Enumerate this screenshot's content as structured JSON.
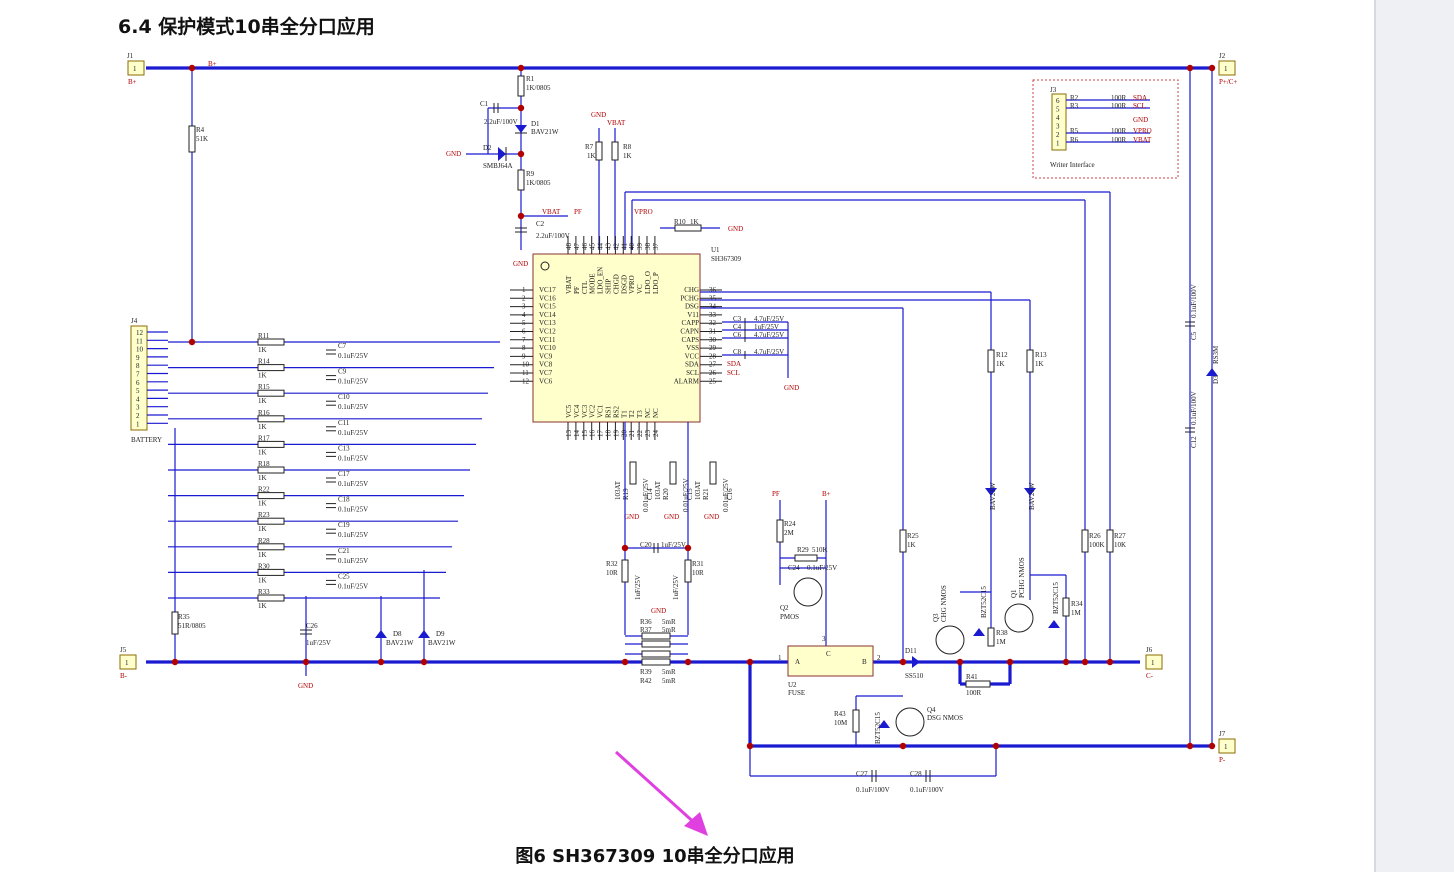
{
  "section_title": "6.4 保护模式10串全分口应用",
  "figure_caption": "图6   SH367309 10串全分口应用",
  "connectors": {
    "j1": {
      "ref": "J1",
      "pin": "1",
      "net": "B+"
    },
    "j2": {
      "ref": "J2",
      "pin": "1",
      "net": "P+/C+"
    },
    "j5": {
      "ref": "J5",
      "pin": "1",
      "net": "B-"
    },
    "j6": {
      "ref": "J6",
      "pin": "1",
      "net": "C-"
    },
    "j7": {
      "ref": "J7",
      "pin": "1",
      "net": "P-"
    },
    "j3": {
      "ref": "J3",
      "label": "Writer Interface",
      "pins": [
        "6",
        "5",
        "4",
        "3",
        "2",
        "1"
      ]
    },
    "j4": {
      "ref": "J4",
      "label": "BATTERY",
      "pins": [
        "12",
        "11",
        "10",
        "9",
        "8",
        "7",
        "6",
        "5",
        "4",
        "3",
        "2",
        "1"
      ]
    }
  },
  "ic": {
    "ref": "U1",
    "part": "SH367309",
    "top_pins": [
      {
        "num": "48",
        "name": "VBAT"
      },
      {
        "num": "47",
        "name": "PF"
      },
      {
        "num": "46",
        "name": "CTL"
      },
      {
        "num": "45",
        "name": "MODE"
      },
      {
        "num": "44",
        "name": "LDO_EN"
      },
      {
        "num": "43",
        "name": "SHIP"
      },
      {
        "num": "42",
        "name": "CHGD"
      },
      {
        "num": "41",
        "name": "DSGD"
      },
      {
        "num": "40",
        "name": "VPRO"
      },
      {
        "num": "39",
        "name": "VC"
      },
      {
        "num": "38",
        "name": "LDO_O"
      },
      {
        "num": "37",
        "name": "LDO_P"
      }
    ],
    "left_pins": [
      {
        "num": "1",
        "name": "VC17"
      },
      {
        "num": "2",
        "name": "VC16"
      },
      {
        "num": "3",
        "name": "VC15"
      },
      {
        "num": "4",
        "name": "VC14"
      },
      {
        "num": "5",
        "name": "VC13"
      },
      {
        "num": "6",
        "name": "VC12"
      },
      {
        "num": "7",
        "name": "VC11"
      },
      {
        "num": "8",
        "name": "VC10"
      },
      {
        "num": "9",
        "name": "VC9"
      },
      {
        "num": "10",
        "name": "VC8"
      },
      {
        "num": "11",
        "name": "VC7"
      },
      {
        "num": "12",
        "name": "VC6"
      }
    ],
    "right_pins": [
      {
        "num": "36",
        "name": "CHG"
      },
      {
        "num": "35",
        "name": "PCHG"
      },
      {
        "num": "34",
        "name": "DSG"
      },
      {
        "num": "33",
        "name": "V11"
      },
      {
        "num": "32",
        "name": "CAPP"
      },
      {
        "num": "31",
        "name": "CAPN"
      },
      {
        "num": "30",
        "name": "CAPS"
      },
      {
        "num": "29",
        "name": "VSS"
      },
      {
        "num": "28",
        "name": "VCC"
      },
      {
        "num": "27",
        "name": "SDA"
      },
      {
        "num": "26",
        "name": "SCL"
      },
      {
        "num": "25",
        "name": "ALARM"
      }
    ],
    "bottom_pins": [
      {
        "num": "13",
        "name": "VC5"
      },
      {
        "num": "14",
        "name": "VC4"
      },
      {
        "num": "15",
        "name": "VC3"
      },
      {
        "num": "16",
        "name": "VC2"
      },
      {
        "num": "17",
        "name": "VC1"
      },
      {
        "num": "18",
        "name": "RS1"
      },
      {
        "num": "19",
        "name": "RS2"
      },
      {
        "num": "20",
        "name": "T1"
      },
      {
        "num": "21",
        "name": "T2"
      },
      {
        "num": "22",
        "name": "T3"
      },
      {
        "num": "23",
        "name": "NC"
      },
      {
        "num": "24",
        "name": "NC"
      }
    ]
  },
  "sense_rows": [
    {
      "r": "R11",
      "rv": "1K",
      "c": "C7",
      "cv": "0.1uF/25V"
    },
    {
      "r": "R14",
      "rv": "1K",
      "c": "C9",
      "cv": "0.1uF/25V"
    },
    {
      "r": "R15",
      "rv": "1K",
      "c": "C10",
      "cv": "0.1uF/25V"
    },
    {
      "r": "R16",
      "rv": "1K",
      "c": "C11",
      "cv": "0.1uF/25V"
    },
    {
      "r": "R17",
      "rv": "1K",
      "c": "C13",
      "cv": "0.1uF/25V"
    },
    {
      "r": "R18",
      "rv": "1K",
      "c": "C17",
      "cv": "0.1uF/25V"
    },
    {
      "r": "R22",
      "rv": "1K",
      "c": "C18",
      "cv": "0.1uF/25V"
    },
    {
      "r": "R23",
      "rv": "1K",
      "c": "C19",
      "cv": "0.1uF/25V"
    },
    {
      "r": "R28",
      "rv": "1K",
      "c": "C21",
      "cv": "0.1uF/25V"
    },
    {
      "r": "R30",
      "rv": "1K",
      "c": "C25",
      "cv": "0.1uF/25V"
    },
    {
      "r": "R33",
      "rv": "1K"
    }
  ],
  "cap_column": [
    {
      "ref": "C3",
      "val": "4.7uF/25V"
    },
    {
      "ref": "C4",
      "val": "1uF/25V"
    },
    {
      "ref": "C6",
      "val": "4.7uF/25V"
    },
    {
      "ref": "C8",
      "val": "4.7uF/25V"
    }
  ],
  "writer": [
    {
      "r": "R2",
      "v": "100R",
      "net": "SDA"
    },
    {
      "r": "R3",
      "v": "100R",
      "net": "SCL"
    },
    {
      "r": "R5",
      "v": "100R",
      "net": "VPRO"
    },
    {
      "r": "R6",
      "v": "100R",
      "net": "VBAT"
    }
  ],
  "thermistors": [
    {
      "r": "R19",
      "v": "103AT",
      "c": "C14",
      "cv": "0.01uF/25V"
    },
    {
      "r": "R20",
      "v": "103AT",
      "c": "C15",
      "cv": "0.01uF/25V"
    },
    {
      "r": "R21",
      "v": "103AT",
      "c": "C16",
      "cv": "0.01uF/25V"
    }
  ],
  "sense_res": [
    "R36",
    "R37",
    "R39",
    "R42"
  ],
  "sense_res_val": "5mR",
  "labels": {
    "r1": "R1",
    "r1v": "1K/0805",
    "c1": "C1",
    "c1v": "2.2uF/100V",
    "d1": "D1",
    "d1v": "BAV21W",
    "d2": "D2",
    "d2v": "SMBJ64A",
    "r9": "R9",
    "r9v": "1K/0805",
    "c2": "C2",
    "c2v": "2.2uF/100V",
    "r4": "R4",
    "r4v": "51K",
    "r7": "R7",
    "r7v": "1K",
    "r8": "R8",
    "r8v": "1K",
    "r10": "R10",
    "r10v": "1K",
    "r12": "R12",
    "r12v": "1K",
    "r13": "R13",
    "r13v": "1K",
    "r35": "R35",
    "r35v": "51R/0805",
    "c26": "C26",
    "c26v": "1uF/25V",
    "d8": "D8",
    "d8v": "BAV21W",
    "d9": "D9",
    "d9v": "BAV21W",
    "c20": "C20",
    "c20v": "1uF/25V",
    "c22": "C22",
    "c22v": "1uF/25V",
    "c23": "C23",
    "c23v": "1uF/25V",
    "r32": "R32",
    "r32v": "10R",
    "r31": "R31",
    "r31v": "10R",
    "r24": "R24",
    "r24v": "2M",
    "r29": "R29",
    "r29v": "510K",
    "c24": "C24",
    "c24v": "0.1uF/25V",
    "q2": "Q2",
    "q2v": "PMOS",
    "u2": "U2",
    "u2v": "FUSE",
    "d11": "D11",
    "d11v": "SS510",
    "r25": "R25",
    "r25v": "1K",
    "q3": "Q3",
    "q3v": "CHG NMOS",
    "q1": "Q1",
    "q1v": "PCHG NMOS",
    "d4": "D4",
    "d4v": "BAV21W",
    "d5": "D5",
    "d5v": "BAV21W",
    "d6": "D6",
    "d6v": "BZT52C15",
    "d7": "D7",
    "d7v": "BZT52C15",
    "r38": "R38",
    "r38v": "1M",
    "r34": "R34",
    "r34v": "1M",
    "r41": "R41",
    "r41v": "100R",
    "r26": "R26",
    "r26v": "100K",
    "r27": "R27",
    "r27v": "10K",
    "c5": "C5",
    "c5v": "0.1uF/100V",
    "c12": "C12",
    "c12v": "0.1uF/100V",
    "d3": "D3",
    "d3v": "RS3M",
    "r43": "R43",
    "r43v": "10M",
    "d12": "D12",
    "d12v": "BZT52C15",
    "q4": "Q4",
    "q4v": "DSG NMOS",
    "c27": "C27",
    "c27v": "0.1uF/100V",
    "c28": "C28",
    "c28v": "0.1uF/100V",
    "gnd": "GND",
    "vbat": "VBAT",
    "pf": "PF",
    "vpro": "VPRO",
    "bplus": "B+",
    "sda": "SDA",
    "scl": "SCL",
    "pin_a": "A",
    "pin_b": "B",
    "pin_c": "C",
    "pin_1": "1",
    "pin_2": "2",
    "pin_3": "3"
  },
  "colors": {
    "wire": "#1a1ad0",
    "junction": "#b00000",
    "net_label": "#b00000",
    "arrow": "#e040e0"
  }
}
